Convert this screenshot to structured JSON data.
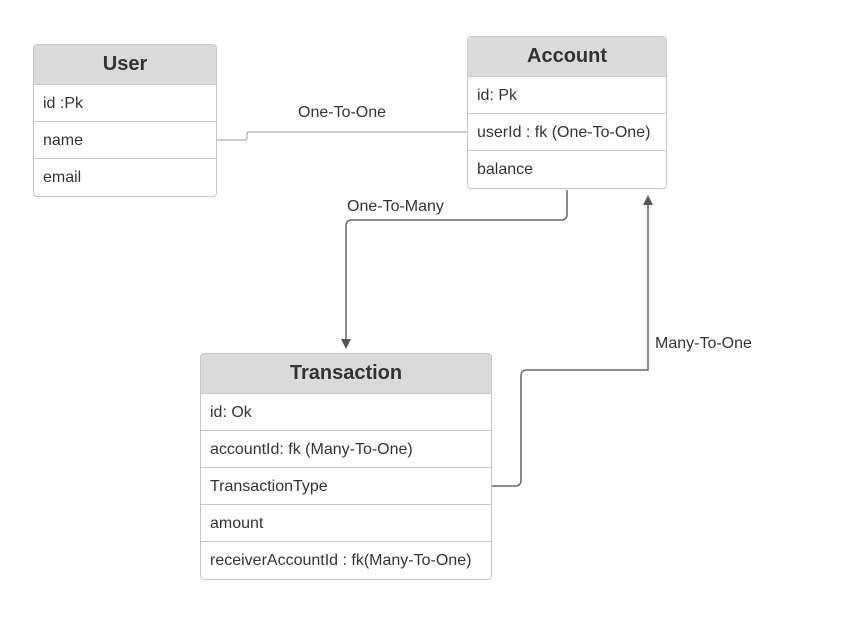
{
  "entities": {
    "user": {
      "title": "User",
      "fields": [
        "id :Pk",
        "name",
        "email"
      ]
    },
    "account": {
      "title": "Account",
      "fields": [
        "id: Pk",
        "userId : fk (One-To-One)",
        "balance"
      ]
    },
    "transaction": {
      "title": "Transaction",
      "fields": [
        "id: Ok",
        "accountId: fk (Many-To-One)",
        "TransactionType",
        "amount",
        "receiverAccountId : fk(Many-To-One)"
      ]
    }
  },
  "relationships": {
    "user_account": "One-To-One",
    "account_transaction": "One-To-Many",
    "transaction_account": "Many-To-One"
  },
  "colors": {
    "header_bg": "#dadada",
    "border": "#c6c6c6",
    "line": "#666666",
    "text": "#333333"
  }
}
